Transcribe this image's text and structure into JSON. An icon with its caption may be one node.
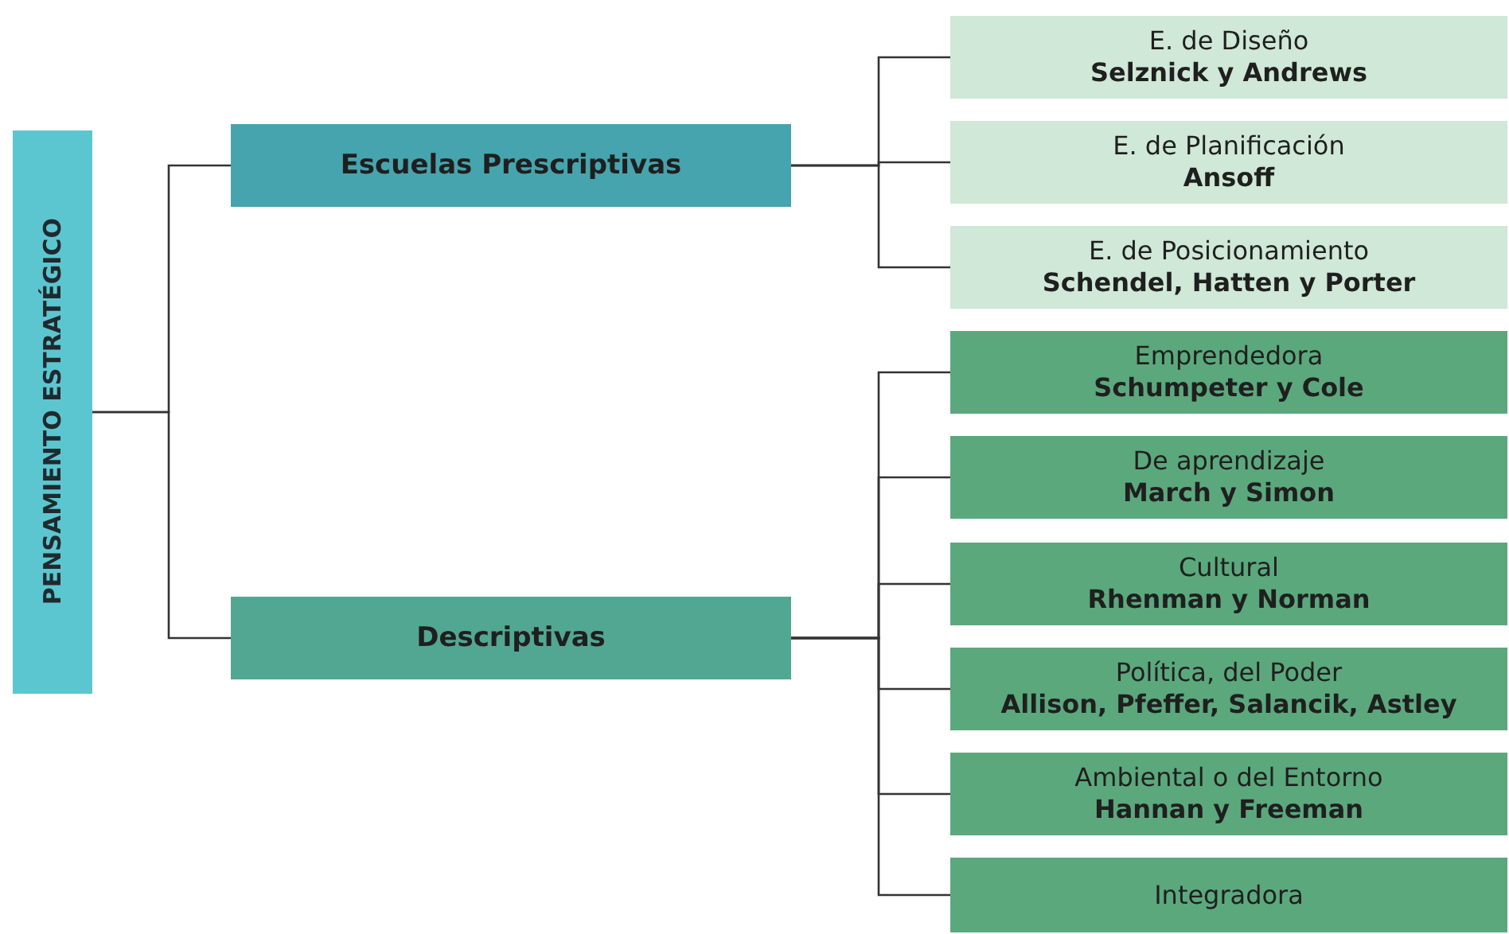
{
  "diagram": {
    "nodes": [
      {
        "text": [
          "PENSAMIENTO ESTRATÉGICO"
        ]
      },
      {
        "text": [
          "Escuelas Prescriptivas"
        ]
      },
      {
        "text": [
          "Descriptivas"
        ]
      },
      {
        "text": [
          "E. de Diseño",
          "Selznick y Andrews"
        ]
      },
      {
        "text": [
          "E. de Planificación",
          "Ansoff"
        ]
      },
      {
        "text": [
          "E. de Posicionamiento",
          "Schendel, Hatten y Porter"
        ]
      },
      {
        "text": [
          "Emprendedora",
          "Schumpeter y Cole"
        ]
      },
      {
        "text": [
          "De aprendizaje",
          "March y Simon"
        ]
      },
      {
        "text": [
          "Cultural",
          "Rhenman y Norman"
        ]
      },
      {
        "text": [
          "Política, del Poder",
          "Allison, Pfeffer, Salancik, Astley"
        ]
      },
      {
        "text": [
          "Ambiental o del Entorno",
          "Hannan y Freeman"
        ]
      },
      {
        "text": [
          "Integradora"
        ]
      }
    ],
    "edges": [
      {
        "from": 0,
        "to": 1,
        "arrow": "none"
      },
      {
        "from": 0,
        "to": 2,
        "arrow": "none"
      },
      {
        "from": 1,
        "to": 3,
        "arrow": "none"
      },
      {
        "from": 1,
        "to": 4,
        "arrow": "none"
      },
      {
        "from": 1,
        "to": 5,
        "arrow": "none"
      },
      {
        "from": 2,
        "to": 6,
        "arrow": "none"
      },
      {
        "from": 2,
        "to": 7,
        "arrow": "none"
      },
      {
        "from": 2,
        "to": 8,
        "arrow": "none"
      },
      {
        "from": 2,
        "to": 9,
        "arrow": "none"
      },
      {
        "from": 2,
        "to": 10,
        "arrow": "none"
      },
      {
        "from": 2,
        "to": 11,
        "arrow": "none"
      }
    ]
  }
}
